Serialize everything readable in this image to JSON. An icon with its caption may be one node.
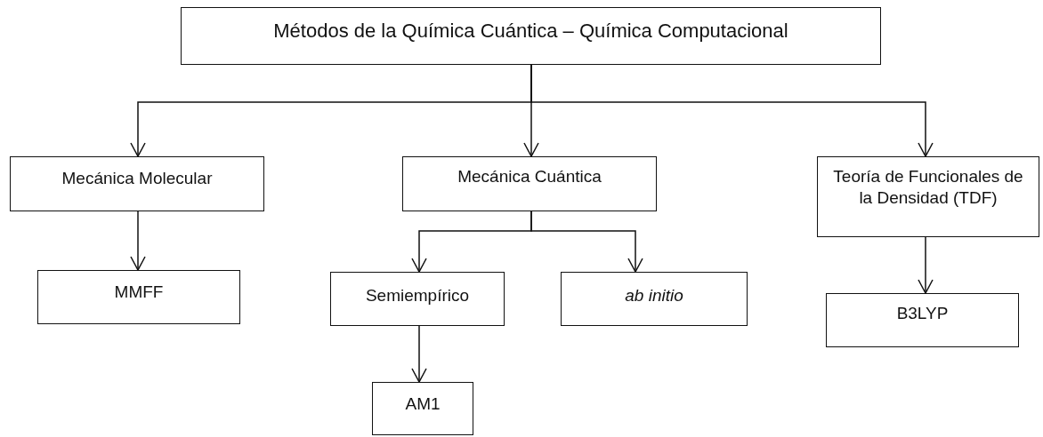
{
  "diagram": {
    "nodes": [
      {
        "text": [
          "Métodos de la Química Cuántica – Química Computacional"
        ]
      },
      {
        "text": [
          "Mecánica Molecular"
        ]
      },
      {
        "text": [
          "Mecánica Cuántica"
        ]
      },
      {
        "text": [
          "Teoría de Funcionales de la Densidad (TDF)"
        ]
      },
      {
        "text": [
          "MMFF"
        ]
      },
      {
        "text": [
          "Semiempírico"
        ]
      },
      {
        "text": [
          "ab initio"
        ]
      },
      {
        "text": [
          "B3LYP"
        ]
      },
      {
        "text": [
          "AM1"
        ]
      }
    ],
    "edges": [
      {
        "from": 0,
        "to": 1,
        "arrow": "to"
      },
      {
        "from": 0,
        "to": 2,
        "arrow": "to"
      },
      {
        "from": 0,
        "to": 3,
        "arrow": "to"
      },
      {
        "from": 1,
        "to": 4,
        "arrow": "to"
      },
      {
        "from": 2,
        "to": 5,
        "arrow": "to"
      },
      {
        "from": 2,
        "to": 6,
        "arrow": "to"
      },
      {
        "from": 3,
        "to": 7,
        "arrow": "to"
      },
      {
        "from": 5,
        "to": 8,
        "arrow": "to"
      }
    ]
  }
}
